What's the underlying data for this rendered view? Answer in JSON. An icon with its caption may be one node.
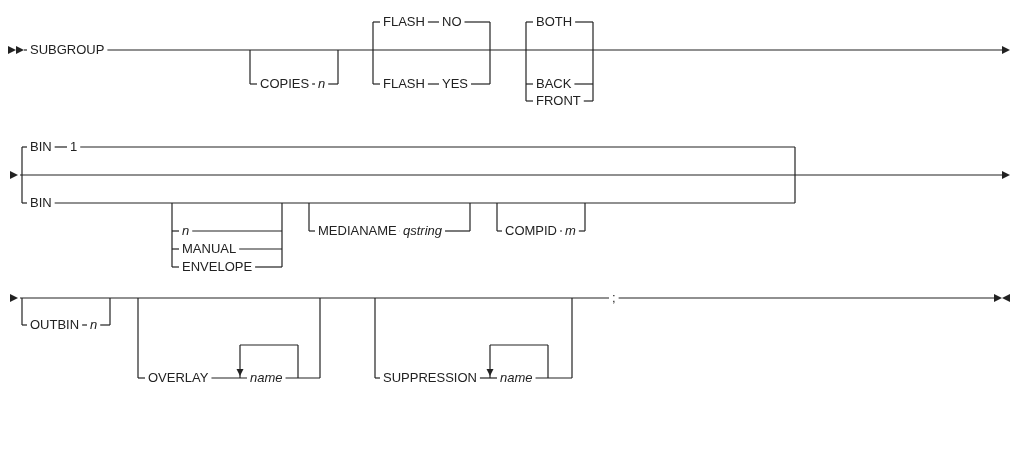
{
  "diagram": {
    "labels": [
      "SUBGROUP",
      "COPIES",
      "n",
      "FLASH",
      "NO",
      "FLASH",
      "YES",
      "BOTH",
      "BACK",
      "FRONT",
      "BIN",
      "1",
      "BIN",
      "n",
      "MANUAL",
      "ENVELOPE",
      "MEDIANAME",
      "qstring",
      "COMPID",
      "m",
      "OUTBIN",
      "n",
      "OVERLAY",
      "name",
      "SUPPRESSION",
      "name",
      ";"
    ]
  }
}
